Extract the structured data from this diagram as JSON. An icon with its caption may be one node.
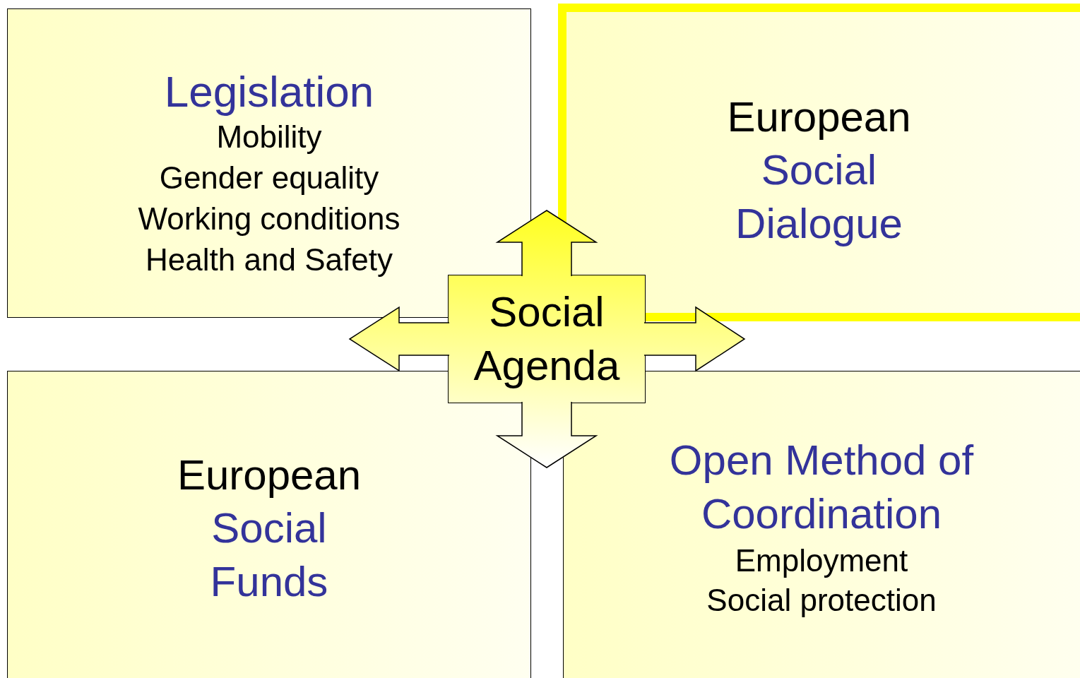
{
  "diagram": {
    "nodes": [
      {
        "text": [
          "Legislation",
          "Mobility",
          "Gender equality",
          "Working conditions",
          "Health and Safety"
        ]
      },
      {
        "text": [
          "European",
          "Social Dialogue"
        ]
      },
      {
        "text": [
          "Social Agenda"
        ]
      },
      {
        "text": [
          "European",
          "Social Funds"
        ]
      },
      {
        "text": [
          "Open Method of Coordination",
          "Employment",
          "Social protection"
        ]
      }
    ],
    "edges": [
      {
        "from": 2,
        "to": null,
        "arrow": "to"
      },
      {
        "from": 2,
        "to": null,
        "arrow": "to"
      },
      {
        "from": 2,
        "to": null,
        "arrow": "to"
      },
      {
        "from": 2,
        "to": null,
        "arrow": "to"
      }
    ]
  }
}
